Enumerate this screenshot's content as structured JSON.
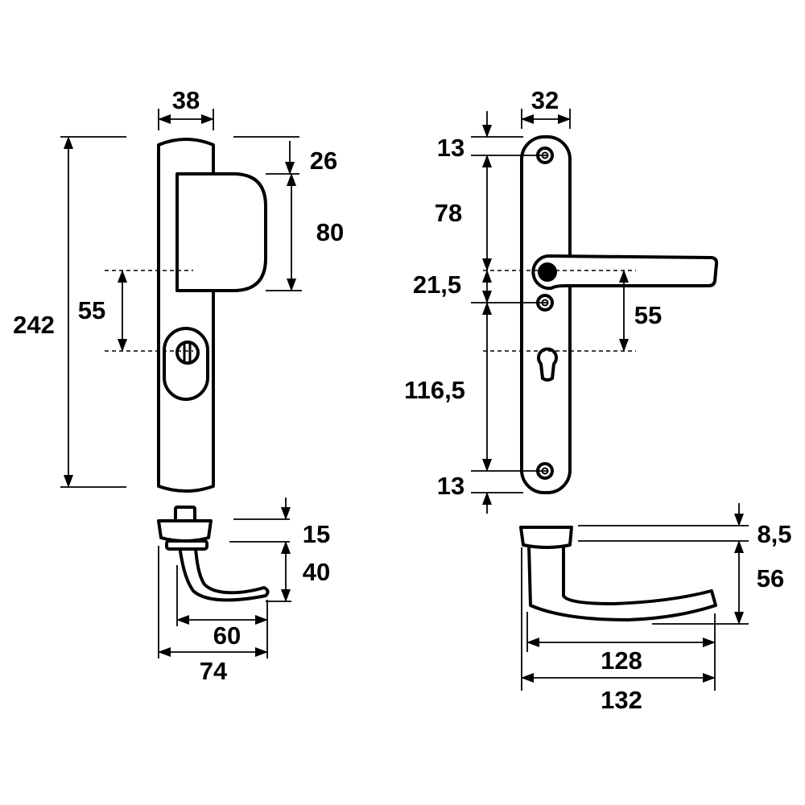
{
  "left_view": {
    "width_top": "38",
    "total_height": "242",
    "guard_offset": "26",
    "guard_height": "80",
    "axis_distance": "55",
    "rose_height": "15",
    "lever_height": "40",
    "lever_inner_length": "60",
    "lever_total_length": "74"
  },
  "right_view": {
    "width_top": "32",
    "top_screw": "13",
    "screw_to_handle": "78",
    "handle_to_screw": "21,5",
    "screw_to_screw": "116,5",
    "bottom_screw": "13",
    "axis_distance": "55",
    "rose_height": "8,5",
    "lever_height": "56",
    "lever_inner_length": "128",
    "lever_total_length": "132"
  }
}
